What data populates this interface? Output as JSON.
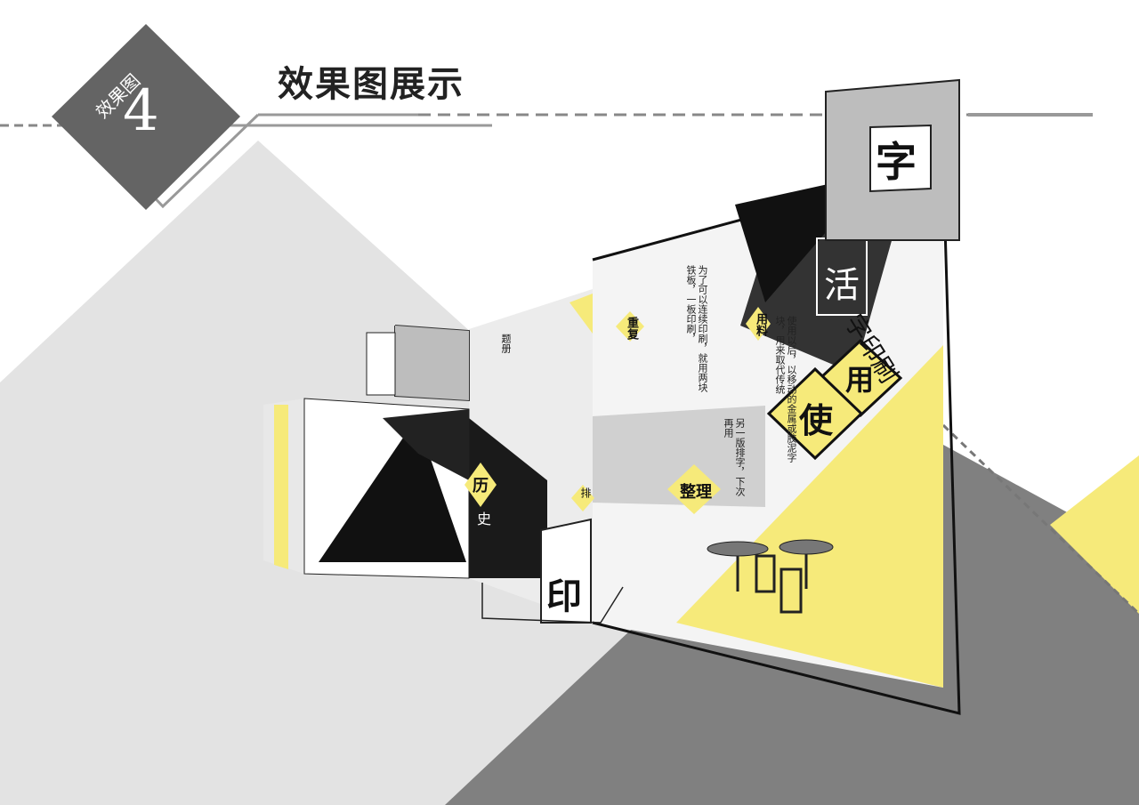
{
  "header": {
    "badge_label": "效果图",
    "badge_number": "4",
    "title": "效果图展示"
  },
  "exhibit": {
    "labels": {
      "zi": "字",
      "huo": "活",
      "zi_yin_shua": "字印刷",
      "yong": "用",
      "shi": "使",
      "zheng_li": "整理",
      "zhong_fu": "重复",
      "yong_liao": "用料",
      "li": "历",
      "shi_history": "史",
      "yin": "印",
      "pai": "排",
      "ti": "题册"
    },
    "body_text": [
      "为了可以连续印刷，就用两块铁板，一板印刷，",
      "使用以后，以移动的金属或胶泥字块，用来取代传统",
      "另一版排字，下次再用"
    ]
  },
  "colors": {
    "gray_light": "#e3e3e3",
    "gray_dark": "#808080",
    "badge": "#646464",
    "yellow": "#f6ea7a",
    "black": "#111111"
  }
}
